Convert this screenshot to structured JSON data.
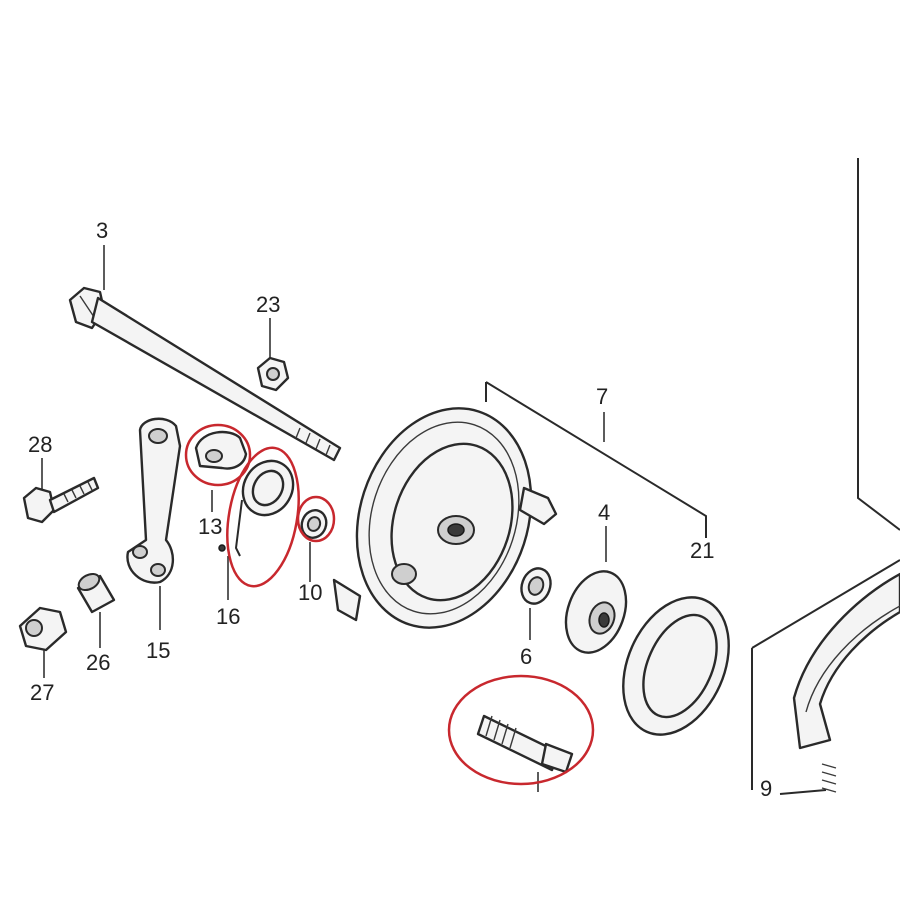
{
  "colors": {
    "line": "#2a2a2a",
    "highlight": "#c8282e",
    "background": "#ffffff"
  },
  "callouts": {
    "p3": "3",
    "p23": "23",
    "p28": "28",
    "p13": "13",
    "p16": "16",
    "p15": "15",
    "p10": "10",
    "p26": "26",
    "p27": "27",
    "p7": "7",
    "p4": "4",
    "p21": "21",
    "p6": "6",
    "p9": "9"
  },
  "highlighted_parts": [
    "13",
    "16",
    "10",
    "shaft"
  ]
}
